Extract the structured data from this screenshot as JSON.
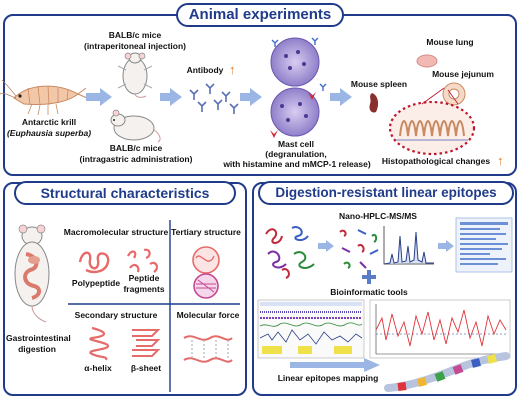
{
  "sections": {
    "animal": {
      "title": "Animal experiments",
      "krill_name": "Antarctic krill",
      "krill_latin": "(Euphausia superba)",
      "mice_ip_title": "BALB/c mice",
      "mice_ip_sub": "(intraperitoneal injection)",
      "mice_ig_title": "BALB/c mice",
      "mice_ig_sub": "(intragastric administration)",
      "antibody": "Antibody",
      "mast_cell": "Mast cell",
      "mast_cell_sub1": "(degranulation,",
      "mast_cell_sub2": "with histamine and mMCP-1 release)",
      "spleen": "Mouse spleen",
      "lung": "Mouse lung",
      "jejunum": "Mouse jejunum",
      "histo": "Histopathological changes"
    },
    "structural": {
      "title": "Structural characteristics",
      "gi": "Gastrointestinal",
      "gi2": "digestion",
      "macro": "Macromolecular structure",
      "polypeptide": "Polypeptide",
      "peptide1": "Peptide",
      "peptide2": "fragments",
      "tertiary": "Tertiary structure",
      "secondary": "Secondary structure",
      "alpha": "α-helix",
      "beta": "β-sheet",
      "molecular": "Molecular force"
    },
    "epitopes": {
      "title": "Digestion-resistant linear epitopes",
      "nano": "Nano-HPLC-MS/MS",
      "bioinfo": "Bioinformatic tools",
      "mapping": "Linear epitopes mapping"
    }
  },
  "colors": {
    "frame_blue": "#1f3b8a",
    "arrow_blue": "#9bb6e4",
    "up_arrow": "#e07b22",
    "dotted_red": "#c0142a"
  }
}
